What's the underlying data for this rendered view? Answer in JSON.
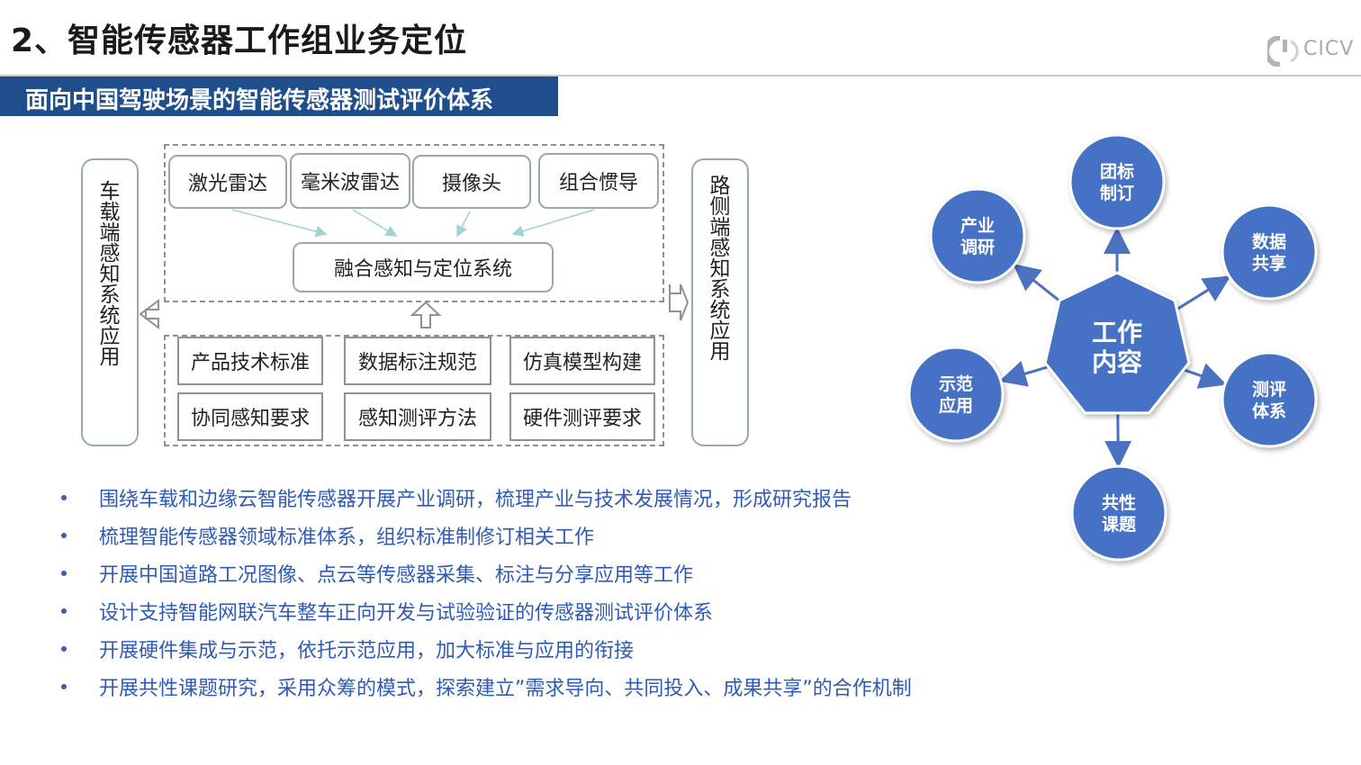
{
  "title": "2、智能传感器工作组业务定位",
  "logo": {
    "text": "CICV",
    "icon": "cicv-logo-icon"
  },
  "banner": "面向中国驾驶场景的智能传感器测试评价体系",
  "diagram": {
    "left_panel": "车载端感知系统应用",
    "right_panel": "路侧端感知系统应用",
    "sensors": [
      "激光雷达",
      "毫米波雷达",
      "摄像头",
      "组合惯导"
    ],
    "fusion": "融合感知与定位系统",
    "standards": [
      "产品技术标准",
      "数据标注规范",
      "仿真模型构建",
      "协同感知要求",
      "感知测评方法",
      "硬件测评要求"
    ]
  },
  "bullets": [
    "围绕车载和边缘云智能传感器开展产业调研，梳理产业与技术发展情况，形成研究报告",
    "梳理智能传感器领域标准体系，组织标准制修订相关工作",
    "开展中国道路工况图像、点云等传感器采集、标注与分享应用等工作",
    "设计支持智能网联汽车整车正向开发与试验验证的传感器测试评价体系",
    "开展硬件集成与示范，依托示范应用，加大标准与应用的衔接",
    "开展共性课题研究，采用众筹的模式，探索建立”需求导向、共同投入、成果共享”的合作机制"
  ],
  "work_diagram": {
    "center": [
      "工作",
      "内容"
    ],
    "nodes": [
      {
        "lines": [
          "团标",
          "制订"
        ]
      },
      {
        "lines": [
          "数据",
          "共享"
        ]
      },
      {
        "lines": [
          "测评",
          "体系"
        ]
      },
      {
        "lines": [
          "共性",
          "课题"
        ]
      },
      {
        "lines": [
          "示范",
          "应用"
        ]
      },
      {
        "lines": [
          "产业",
          "调研"
        ]
      }
    ],
    "colors": {
      "fill": "#4472c4",
      "stroke": "#ffffff",
      "arrow": "#4a72c0"
    }
  }
}
